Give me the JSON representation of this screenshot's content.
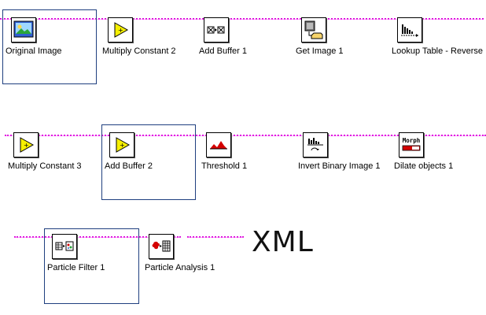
{
  "colors": {
    "wire": "#d400d4",
    "selection_border": "#1f3f7f",
    "icon_border": "#000000"
  },
  "rows": [
    {
      "nodes": [
        {
          "label": "Original Image",
          "icon": "image-icon",
          "selected": true
        },
        {
          "label": "Multiply Constant 2",
          "icon": "multiply-constant-icon"
        },
        {
          "label": "Add Buffer 1",
          "icon": "add-buffer-icon"
        },
        {
          "label": "Get Image 1",
          "icon": "get-image-icon"
        },
        {
          "label": "Lookup Table - Reverse",
          "icon": "lookup-table-icon"
        }
      ]
    },
    {
      "nodes": [
        {
          "label": "Multiply Constant 3",
          "icon": "multiply-constant-icon"
        },
        {
          "label": "Add Buffer 2",
          "icon": "multiply-constant-icon",
          "selected": true
        },
        {
          "label": "Threshold 1",
          "icon": "threshold-icon"
        },
        {
          "label": "Invert Binary Image 1",
          "icon": "invert-binary-icon"
        },
        {
          "label": "Dilate objects 1",
          "icon": "morph-icon",
          "icon_text": "Morph"
        }
      ]
    },
    {
      "nodes": [
        {
          "label": "Particle Filter 1",
          "icon": "particle-filter-icon",
          "selected": true
        },
        {
          "label": "Particle Analysis 1",
          "icon": "particle-analysis-icon"
        }
      ]
    }
  ],
  "xml_text": "XML"
}
